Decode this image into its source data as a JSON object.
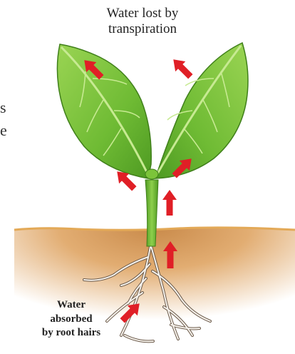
{
  "labels": {
    "top_line1": "Water lost by",
    "top_line2": "transpiration",
    "bottom_line1": "Water",
    "bottom_line2": "absorbed",
    "bottom_line3": "by root hairs"
  },
  "edge_text": {
    "char1": "s",
    "char2": "e"
  },
  "colors": {
    "leaf": "#7cc43a",
    "leaf_dark": "#4e9a22",
    "leaf_light": "#b9e27a",
    "stem": "#6bb534",
    "soil_top": "#e7b46a",
    "soil_mid": "#c98a4a",
    "soil_fade": "#ffffff",
    "arrow": "#e01f26",
    "root": "#f4f0ea",
    "root_outline": "#6b5a4a"
  }
}
